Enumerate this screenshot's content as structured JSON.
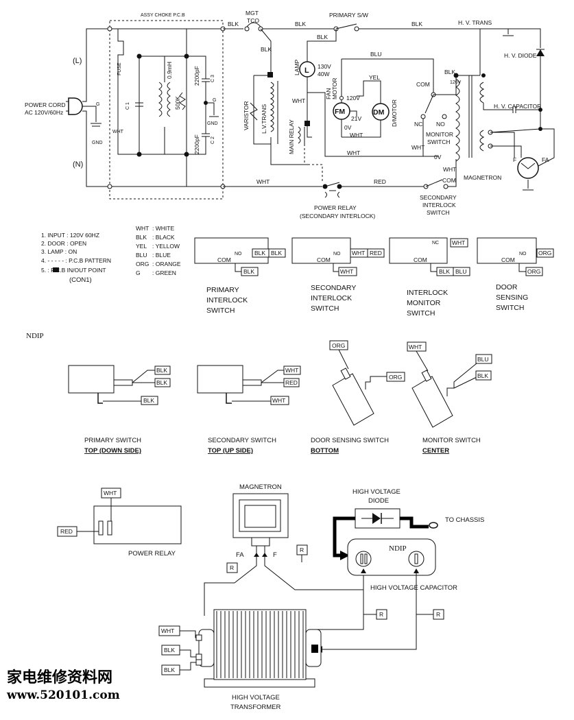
{
  "schematic": {
    "pcb_title": "ASSY CHOKE P.C.B",
    "power_cord": "POWER CORD",
    "power_cord_spec": "AC 120V/60Hz",
    "line_l": "(L)",
    "line_n": "(N)",
    "g": "G",
    "gnd": "GND",
    "wht": "WHT",
    "blk": "BLK",
    "blu": "BLU",
    "yel": "YEL",
    "red": "RED",
    "fuse": "FUSE",
    "c1": "C 1",
    "inductor": "0.9mH",
    "res": "500K",
    "cap_a": "2200pF",
    "cap_b": "2200pF",
    "c3": "C 3",
    "c2": "C 2",
    "mgt_tco_1": "MGT",
    "mgt_tco_2": "TCO",
    "primary_sw": "PRIMARY S/W",
    "hv_trans": "H. V. TRANS",
    "hv_diode": "H. V. DIODE",
    "hv_capacitor": "H. V. CAPACITOR",
    "lamp": "LAMP",
    "lamp_symbol": "L",
    "lamp_rating_1": "130V",
    "lamp_rating_2": "40W",
    "fan_motor_1": "FAN",
    "fan_motor_2": "MOTOR",
    "fm": "FM",
    "dm": "DM",
    "d_motor": "D/MOTOR",
    "v120": "120V",
    "v21": "21V",
    "v0": "0V",
    "varistor": "VARISTOR",
    "lv_trans": "L.V.TRANS",
    "main_relay": "MAIN RELAY",
    "com": "COM",
    "nc": "NC",
    "no": "NO",
    "monitor_switch_1": "MONITOR",
    "monitor_switch_2": "SWITCH",
    "secondary_interlock_1": "SECONDARY",
    "secondary_interlock_2": "INTERLOCK",
    "secondary_interlock_3": "SWITCH",
    "power_relay_1": "POWER RELAY",
    "power_relay_2": "(SECONDARY INTERLOCK)",
    "magnetron": "MAGNETRON",
    "f": "F",
    "fa": "FA",
    "v120_small": "120V",
    "v0_small": "0V"
  },
  "notes": [
    "1. INPUT : 120V 60HZ",
    "2. DOOR : OPEN",
    "3. LAMP : ON",
    "4.  - - - - - : P.C.B PATTERN",
    "5.       : P.C.B IN/OUT POINT",
    "(CON1)"
  ],
  "color_legend": [
    {
      "code": "WHT",
      "name": ": WHITE"
    },
    {
      "code": "BLK",
      "name": ": BLACK"
    },
    {
      "code": "YEL",
      "name": ": YELLOW"
    },
    {
      "code": "BLU",
      "name": ": BLUE"
    },
    {
      "code": "ORG",
      "name": ": ORANGE"
    },
    {
      "code": "G",
      "name": ": GREEN"
    }
  ],
  "switch_boxes": [
    {
      "title": [
        "PRIMARY",
        "INTERLOCK",
        "SWITCH"
      ],
      "pin_top": "NO",
      "tags_top": [
        "BLK",
        "BLK"
      ],
      "tags_bottom": [
        "BLK"
      ]
    },
    {
      "title": [
        "SECONDARY",
        "INTERLOCK",
        "SWITCH"
      ],
      "pin_top": "NO",
      "tags_top": [
        "WHT",
        "RED"
      ],
      "tags_bottom": [
        "WHT"
      ]
    },
    {
      "title": [
        "INTERLOCK",
        "MONITOR",
        "SWITCH"
      ],
      "pin_top": "NC",
      "tags_top": [
        "WHT"
      ],
      "tags_bottom": [
        "BLK",
        "BLU"
      ]
    },
    {
      "title": [
        "DOOR",
        "SENSING",
        "SWITCH"
      ],
      "pin_top": "NO",
      "tags_top": [
        "ORG"
      ],
      "tags_bottom": [
        "ORG"
      ]
    }
  ],
  "ndip_label": "NDIP",
  "physical_switches": [
    {
      "name": "PRIMARY SWITCH",
      "position": "TOP (DOWN SIDE)",
      "tags": [
        "BLK",
        "BLK",
        "BLK"
      ]
    },
    {
      "name": "SECONDARY SWITCH",
      "position": "TOP (UP SIDE)",
      "tags": [
        "WHT",
        "RED",
        "WHT"
      ]
    },
    {
      "name": "DOOR SENSING SWITCH",
      "position": "BOTTOM",
      "tags": [
        "ORG",
        "ORG"
      ]
    },
    {
      "name": "MONITOR SWITCH",
      "position": "CENTER",
      "tags": [
        "WHT",
        "BLU",
        "BLK"
      ]
    }
  ],
  "hv_assembly": {
    "power_relay": "POWER RELAY",
    "relay_tag_top": "WHT",
    "relay_tag_left": "RED",
    "magnetron": "MAGNETRON",
    "fa": "FA",
    "f": "F",
    "hv_diode_1": "HIGH VOLTAGE",
    "hv_diode_2": "DIODE",
    "to_chassis": "TO CHASSIS",
    "ndip": "NDIP",
    "hv_capacitor": "HIGH VOLTAGE CAPACITOR",
    "r": "R",
    "transformer_1": "HIGH VOLTAGE",
    "transformer_2": "TRANSFORMER",
    "tags_left": [
      "WHT",
      "BLK",
      "BLK"
    ]
  },
  "watermark": {
    "cn": "家电维修资料网",
    "url": "www.520101.com"
  }
}
